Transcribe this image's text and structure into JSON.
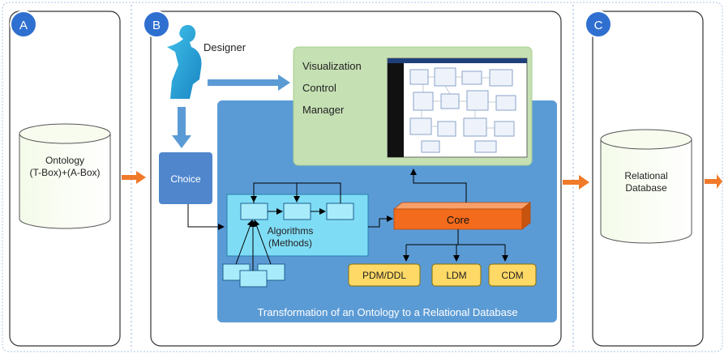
{
  "panels": {
    "a": {
      "badge": "A"
    },
    "b": {
      "badge": "B"
    },
    "c": {
      "badge": "C"
    }
  },
  "ontology": {
    "line1": "Ontology",
    "line2": "(T-Box)+(A-Box)"
  },
  "designer": {
    "label": "Designer"
  },
  "visualization": {
    "line1": "Visualization",
    "line2": "Control",
    "line3": "Manager"
  },
  "choice": {
    "label": "Choice"
  },
  "algorithms": {
    "line1": "Algorithms",
    "line2": "(Methods)"
  },
  "core": {
    "label": "Core"
  },
  "outputs": {
    "pdm": "PDM/DDL",
    "ldm": "LDM",
    "cdm": "CDM"
  },
  "transformation": {
    "caption": "Transformation of an Ontology to a Relational Database"
  },
  "relational": {
    "line1": "Relational",
    "line2": "Database"
  },
  "colors": {
    "badge": "#2f6fd0",
    "transform_panel": "#5b9bd5",
    "vis_box": "#c5e0b3",
    "choice_box": "#4f86cc",
    "algorithms_box": "#7fdcf5",
    "core_box": "#f36b1c",
    "output_box": "#ffd966",
    "orange_arrow": "#f07a2a",
    "blue_arrow": "#5b9bd5"
  }
}
